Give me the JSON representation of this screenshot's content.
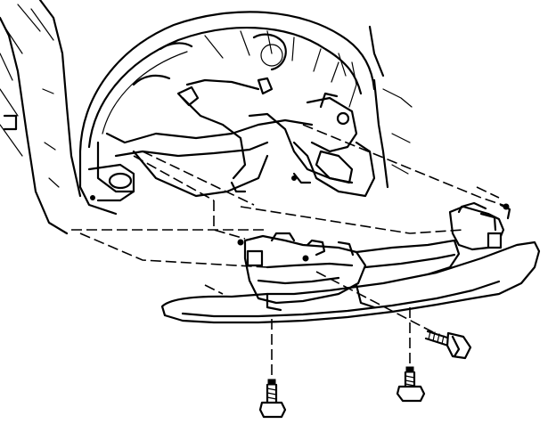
{
  "diagram": {
    "type": "exploded-view line drawing",
    "colors": {
      "ink": "#000000",
      "paper": "#ffffff"
    },
    "parts": {
      "wheelhouse": "wheelhouse-liner",
      "bracket": "mounting-bracket",
      "step": "running-board-step",
      "bolts": [
        "side-bolt",
        "lower-bolt-left",
        "lower-bolt-right"
      ]
    }
  }
}
